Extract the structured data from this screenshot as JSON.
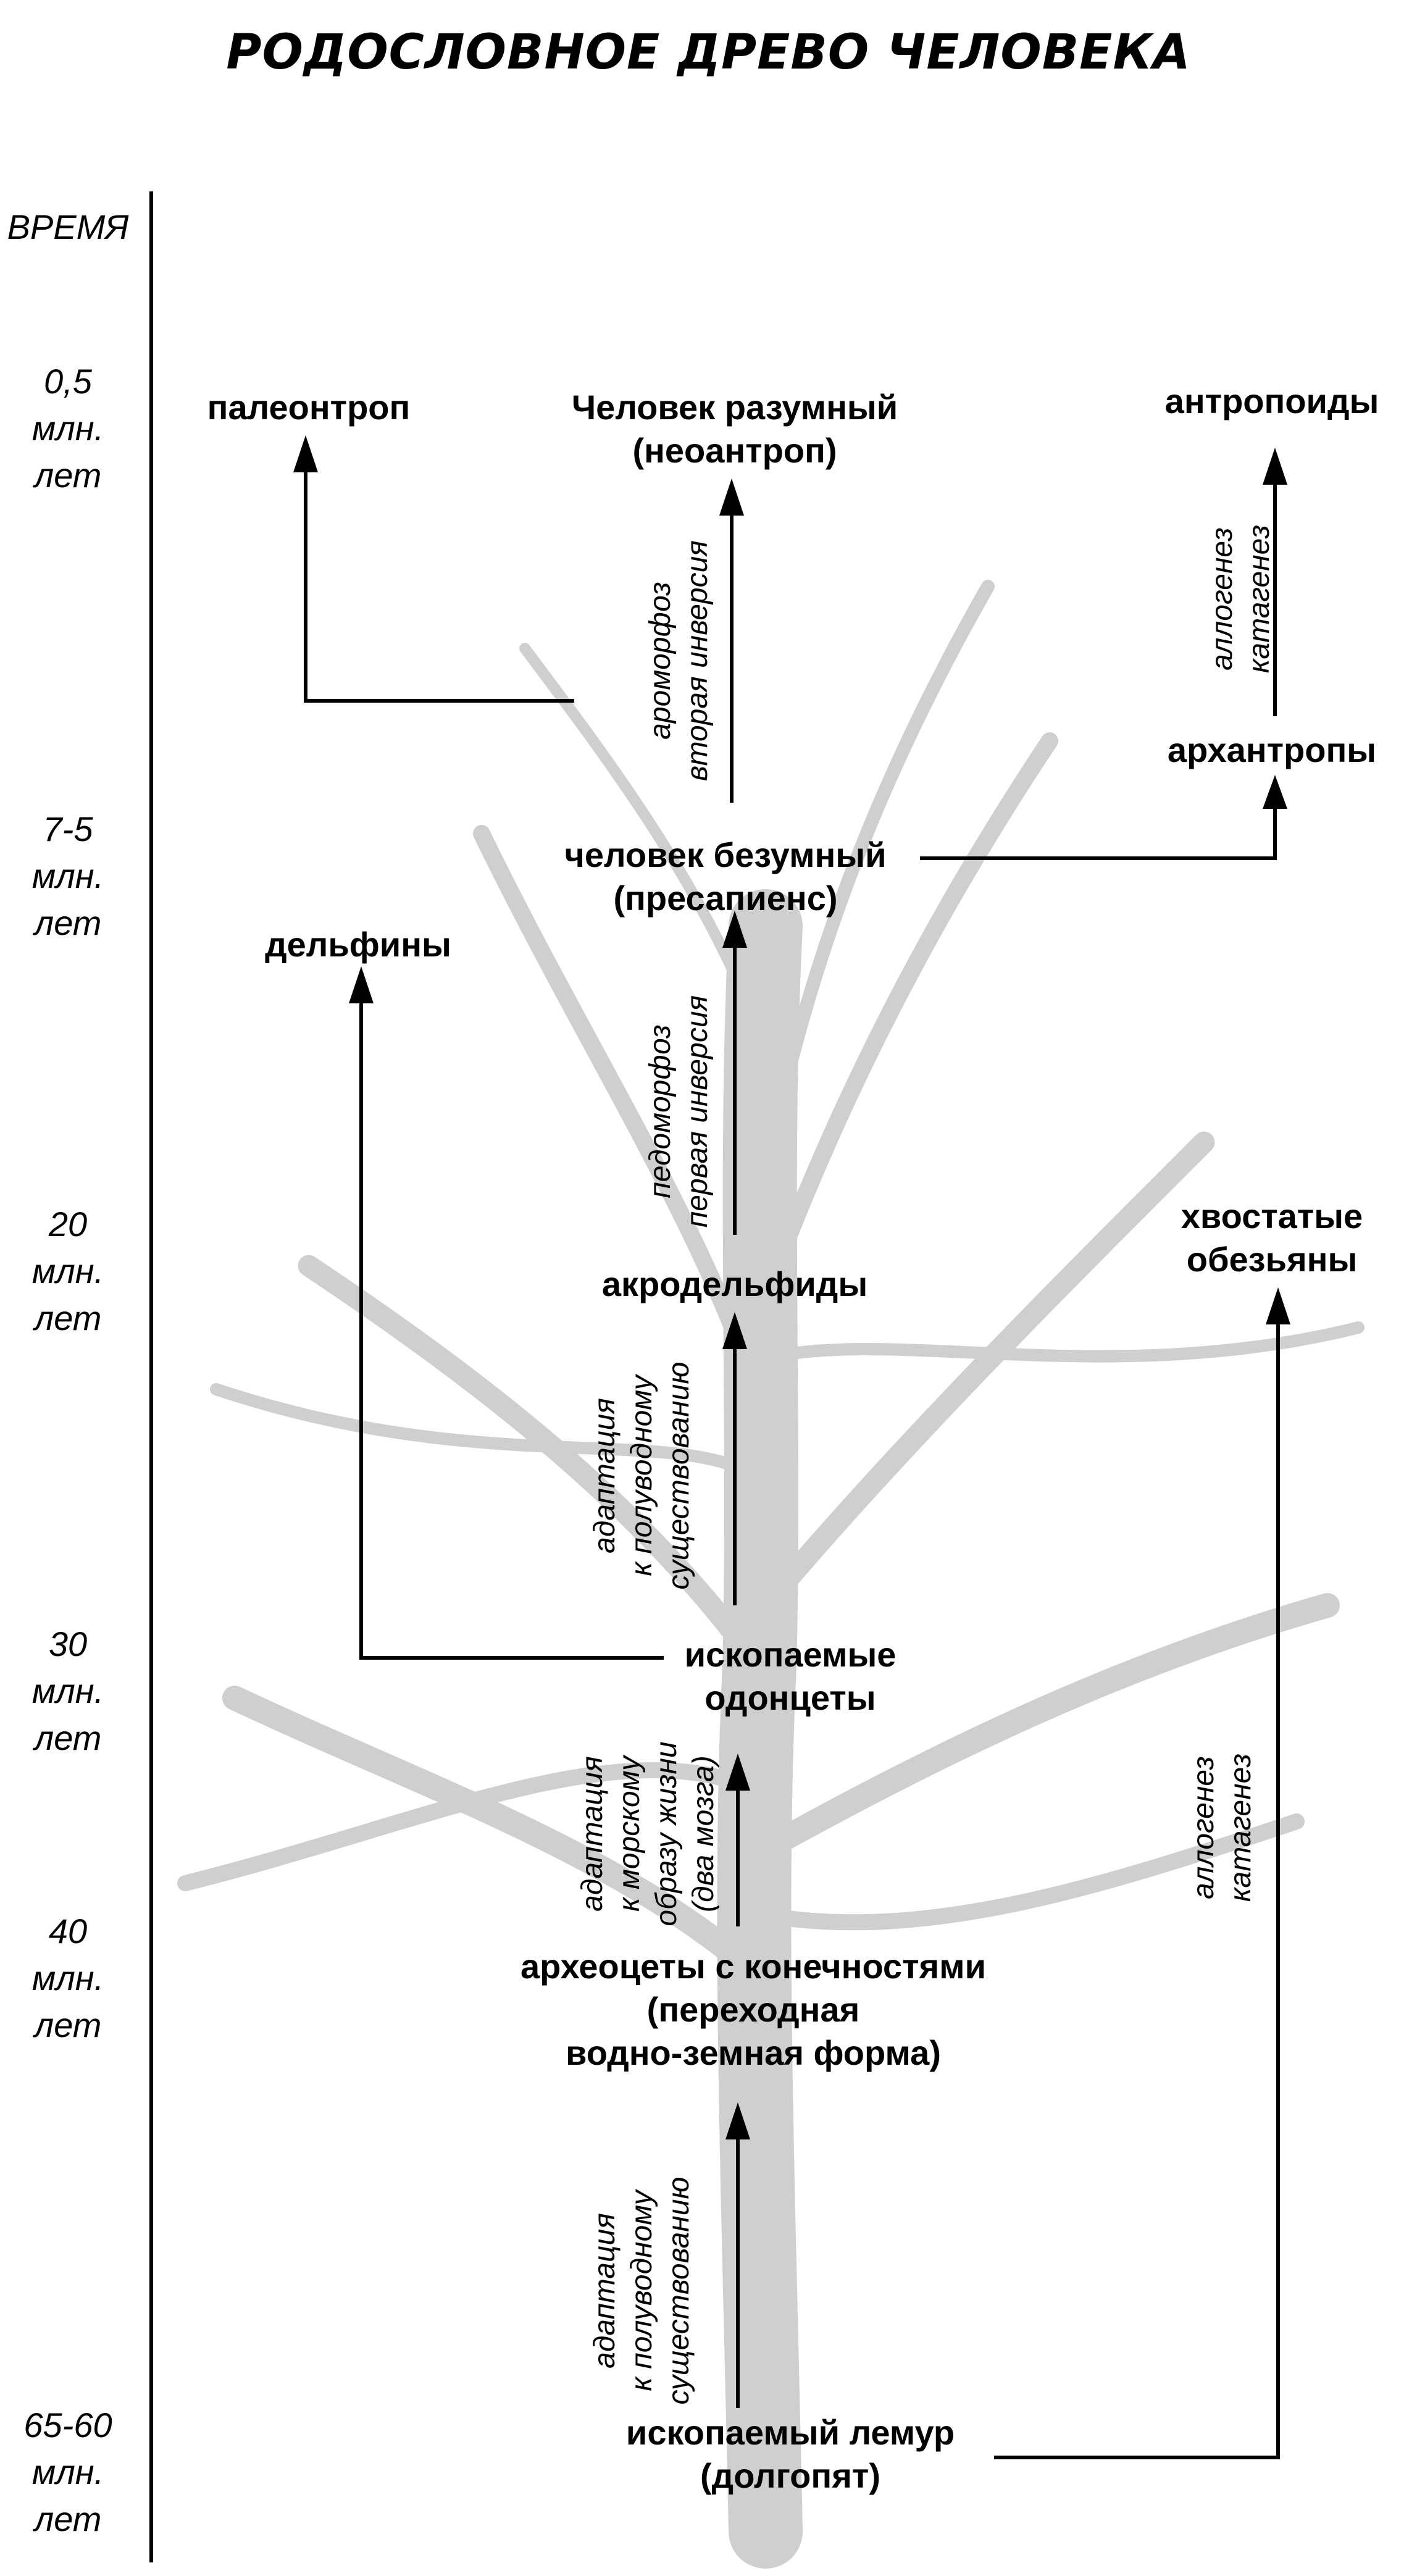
{
  "title": "РОДОСЛОВНОЕ ДРЕВО ЧЕЛОВЕКА",
  "time_axis": {
    "header": "ВРЕМЯ",
    "marks": [
      {
        "value": "0,5",
        "unit": "млн.",
        "suffix": "лет"
      },
      {
        "value": "7-5",
        "unit": "млн.",
        "suffix": "лет"
      },
      {
        "value": "20",
        "unit": "млн.",
        "suffix": "лет"
      },
      {
        "value": "30",
        "unit": "млн.",
        "suffix": "лет"
      },
      {
        "value": "40",
        "unit": "млн.",
        "suffix": "лет"
      },
      {
        "value": "65-60",
        "unit": "млн.",
        "suffix": "лет"
      }
    ]
  },
  "nodes": {
    "paleoantrop": "палеонтроп",
    "homo_sapiens": [
      "Человек разумный",
      "(неоантроп)"
    ],
    "antropoidy": "антропоиды",
    "arhantropy": "архантропы",
    "homo_insipiens": [
      "человек безумный",
      "(пресапиенс)"
    ],
    "delfiny": "дельфины",
    "hvostatye": [
      "хвостатые",
      "обезьяны"
    ],
    "akrodelfidy": "акродельфиды",
    "iskopaemye_odontsety": [
      "ископаемые",
      "одонцеты"
    ],
    "arheotsety": [
      "археоцеты с конечностями",
      "(переходная",
      "водно-земная форма)"
    ],
    "lemur": [
      "ископаемый лемур",
      "(долгопят)"
    ]
  },
  "edge_labels": {
    "aromorfoz": [
      "ароморфоз",
      "вторая инверсия"
    ],
    "allogenez_top": [
      "аллогенез",
      "катагенез"
    ],
    "pedomorfoz": [
      "педоморфоз",
      "первая инверсия"
    ],
    "adaptatsiya_polu_upper": [
      "адаптация",
      "к полуводному",
      "существованию"
    ],
    "adaptatsiya_more": [
      "адаптация",
      "к морскому",
      "образу жизни",
      "(два мозга)"
    ],
    "adaptatsiya_polu_lower": [
      "адаптация",
      "к полуводному",
      "существованию"
    ],
    "allogenez_right": [
      "аллогенез",
      "катагенез"
    ]
  },
  "colors": {
    "line": "#000000",
    "tree": "#c8c8c8"
  }
}
